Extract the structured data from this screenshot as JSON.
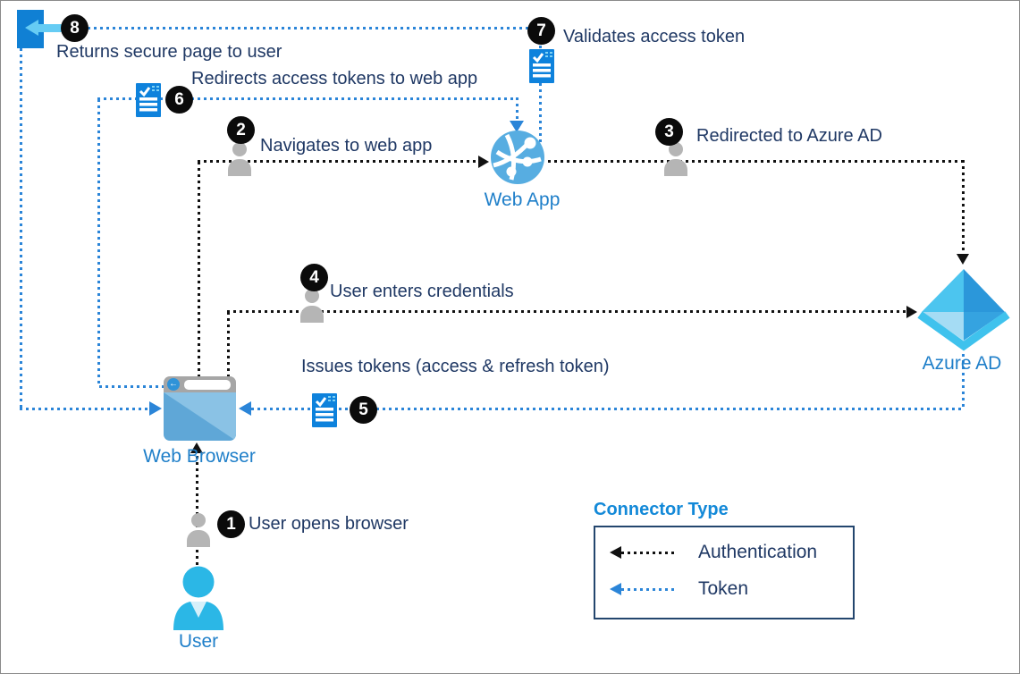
{
  "diagram": {
    "nodes": {
      "web_app": {
        "label": "Web App",
        "icon": "globe-icon"
      },
      "azure_ad": {
        "label": "Azure AD",
        "icon": "azure-ad-diamond-icon"
      },
      "web_browser": {
        "label": "Web Browser",
        "icon": "browser-window-icon"
      },
      "user": {
        "label": "User",
        "icon": "person-icon"
      }
    },
    "steps": [
      {
        "num": "1",
        "label": "User opens browser",
        "icon": "person-icon"
      },
      {
        "num": "2",
        "label": "Navigates to web app",
        "icon": "person-icon"
      },
      {
        "num": "3",
        "label": "Redirected to Azure AD",
        "icon": "person-icon"
      },
      {
        "num": "4",
        "label": "User enters credentials",
        "icon": "person-icon"
      },
      {
        "num": "5",
        "label": "Issues tokens (access & refresh token)",
        "icon": "token-icon"
      },
      {
        "num": "6",
        "label": "Redirects access tokens to web app",
        "icon": "token-icon"
      },
      {
        "num": "7",
        "label": "Validates access token",
        "icon": "token-icon"
      },
      {
        "num": "8",
        "label": "Returns secure page to user",
        "icon": "secure-page-icon"
      }
    ],
    "legend": {
      "title": "Connector Type",
      "items": [
        {
          "label": "Authentication",
          "connector": "black-dotted-arrow"
        },
        {
          "label": "Token",
          "connector": "blue-dotted-arrow"
        }
      ]
    },
    "colors": {
      "auth_line": "#111111",
      "token_line": "#2b85d8",
      "step_text": "#1f3864",
      "node_label": "#1f7fc9",
      "legend_title": "#1389d8",
      "legend_border": "#24466e",
      "badge_bg": "#0b0b0b",
      "badge_text": "#ffffff"
    }
  }
}
